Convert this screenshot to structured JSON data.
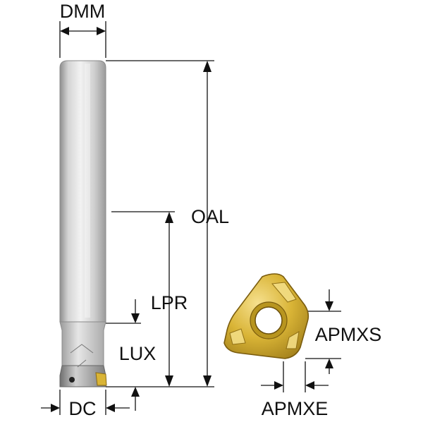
{
  "labels": {
    "dmm": "DMM",
    "oal": "OAL",
    "lpr": "LPR",
    "lux": "LUX",
    "dc": "DC",
    "apmxs": "APMXS",
    "apmxe": "APMXE"
  },
  "colors": {
    "line": "#111111",
    "shank_light": "#eeeeee",
    "shank_mid": "#c8c8c8",
    "shank_dark": "#8c8c8c",
    "insert_gold": "#d9b436",
    "insert_dark": "#8a6a12",
    "insert_light": "#f3dd84"
  }
}
